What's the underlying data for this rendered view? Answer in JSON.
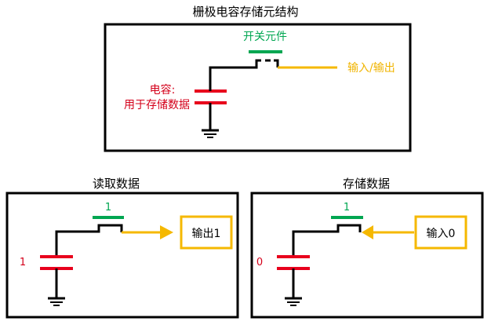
{
  "top_panel": {
    "title": "栅极电容存储元结构",
    "switch_label": "开关元件",
    "io_label": "输入/输出",
    "cap_label_1": "电容:",
    "cap_label_2": "用于存储数据"
  },
  "read_panel": {
    "title": "读取数据",
    "switch_state": "1",
    "cap_value": "1",
    "output_box": "输出1"
  },
  "store_panel": {
    "title": "存储数据",
    "switch_state": "1",
    "cap_value": "0",
    "input_box": "输入0"
  },
  "colors": {
    "switch": "#00a651",
    "capacitor": "#e8001c",
    "signal": "#f5b800",
    "wire": "#000000",
    "io_text": "#f0b400",
    "cap_text": "#d4001a",
    "switch_text": "#00a651"
  }
}
